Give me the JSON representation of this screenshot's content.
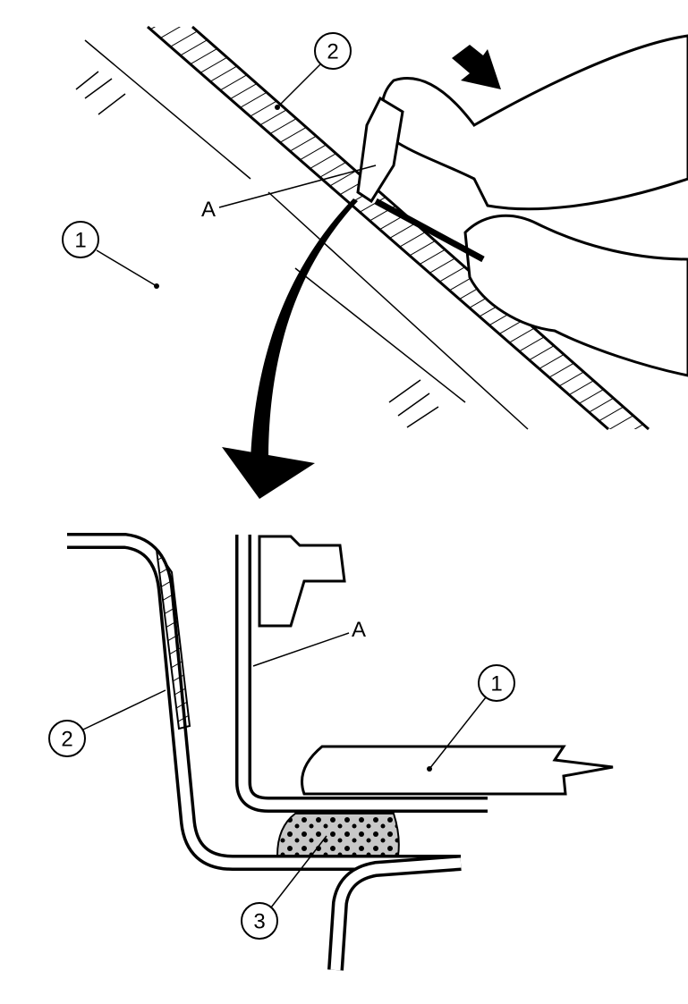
{
  "diagram": {
    "top_view": {
      "callout_glass": "1",
      "callout_molding": "2",
      "callout_tool": "A"
    },
    "section_view": {
      "callout_glass": "1",
      "callout_molding": "2",
      "callout_adhesive": "3",
      "callout_tool": "A"
    },
    "colors": {
      "ink": "#000000",
      "paper": "#ffffff",
      "adhesive": "#bbbbbb"
    }
  }
}
